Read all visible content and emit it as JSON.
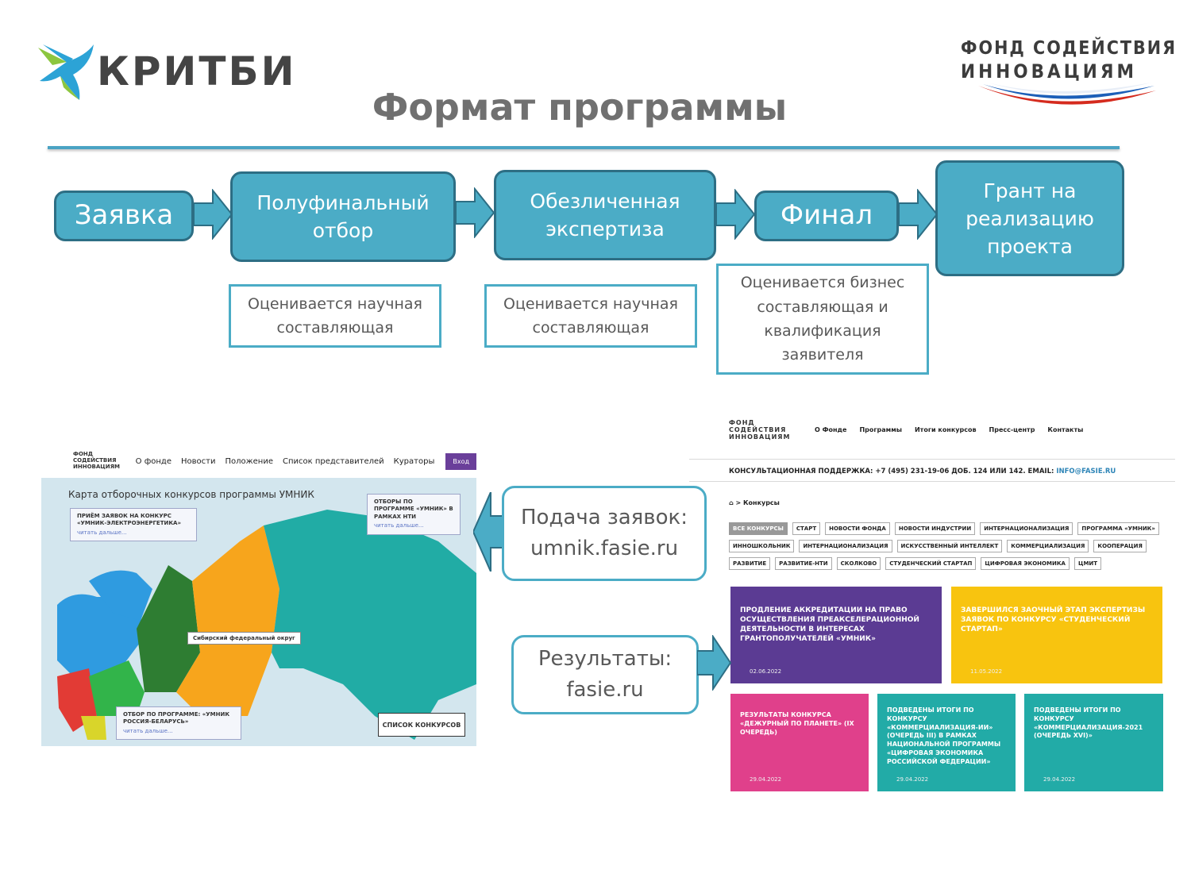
{
  "header": {
    "left_logo_text": "КРИТБИ",
    "right_logo_line1": "ФОНД СОДЕЙСТВИЯ",
    "right_logo_line2": "ИННОВАЦИЯМ",
    "title": "Формат программы"
  },
  "flow": {
    "steps": [
      "Заявка",
      "Полуфинальный отбор",
      "Обезличенная экспертиза",
      "Финал",
      "Грант на реализацию проекта"
    ],
    "notes": [
      "Оценивается научная составляющая",
      "Оценивается научная составляющая",
      "Оценивается бизнес составляющая и квалификация заявителя"
    ]
  },
  "callouts": {
    "apply_line1": "Подача заявок:",
    "apply_line2": "umnik.fasie.ru",
    "results_line1": "Результаты:",
    "results_line2": "fasie.ru"
  },
  "umnik_site": {
    "logo": "ФОНД СОДЕЙСТВИЯ ИННОВАЦИЯМ",
    "nav": [
      "О фонде",
      "Новости",
      "Положение",
      "Список представителей",
      "Кураторы"
    ],
    "login": "Вход",
    "map_title": "Карта отборочных конкурсов программы УМНИК",
    "card1_text": "ПРИЁМ ЗАЯВОК НА КОНКУРС «УМНИК-ЭЛЕКТРОЭНЕРГЕТИКА»",
    "card2_text": "ОТБОРЫ ПО ПРОГРАММЕ «УМНИК» В РАМКАХ НТИ",
    "card3_text": "ОТБОР ПО ПРОГРАММЕ: «УМНИК РОССИЯ-БЕЛАРУСЬ»",
    "read_more": "читать дальше...",
    "tooltip": "Сибирский федеральный округ",
    "list_button": "СПИСОК КОНКУРСОВ"
  },
  "fasie_site": {
    "logo": "ФОНД СОДЕЙСТВИЯ ИННОВАЦИЯМ",
    "nav": [
      "О Фонде",
      "Программы",
      "Итоги конкурсов",
      "Пресс-центр",
      "Контакты"
    ],
    "consult": "КОНСУЛЬТАЦИОННАЯ ПОДДЕРЖКА: +7 (495) 231-19-06 ДОБ. 124 ИЛИ 142. EMAIL: ",
    "email": "INFO@FASIE.RU",
    "breadcrumb": "⌂ > Конкурсы",
    "tag_rows": [
      [
        "ВСЕ КОНКУРСЫ",
        "СТАРТ",
        "НОВОСТИ ФОНДА",
        "НОВОСТИ ИНДУСТРИИ",
        "ИНТЕРНАЦИОНАЛИЗАЦИЯ",
        "ПРОГРАММА «УМНИК»"
      ],
      [
        "ИННОШКОЛЬНИК",
        "ИНТЕРНАЦИОНАЛИЗАЦИЯ",
        "ИСКУССТВЕННЫЙ ИНТЕЛЛЕКТ",
        "КОММЕРЦИАЛИЗАЦИЯ",
        "КООПЕРАЦИЯ"
      ],
      [
        "РАЗВИТИЕ",
        "РАЗВИТИЕ-НТИ",
        "СКОЛКОВО",
        "СТУДЕНЧЕСКИЙ СТАРТАП",
        "ЦИФРОВАЯ ЭКОНОМИКА",
        "ЦМИТ"
      ]
    ],
    "cards": [
      {
        "text": "ПРОДЛЕНИЕ АККРЕДИТАЦИИ НА ПРАВО ОСУЩЕСТВЛЕНИЯ ПРЕАКСЕЛЕРАЦИОННОЙ ДЕЯТЕЛЬНОСТИ В ИНТЕРЕСАХ ГРАНТОПОЛУЧАТЕЛЕЙ «УМНИК»",
        "date": "02.06.2022",
        "color": "#5b3b93"
      },
      {
        "text": "ЗАВЕРШИЛСЯ ЗАОЧНЫЙ ЭТАП ЭКСПЕРТИЗЫ ЗАЯВОК ПО КОНКУРСУ «СТУДЕНЧЕСКИЙ СТАРТАП»",
        "date": "11.05.2022",
        "color": "#f8c40f"
      },
      {
        "text": "РЕЗУЛЬТАТЫ КОНКУРСА «ДЕЖУРНЫЙ ПО ПЛАНЕТЕ» (IX ОЧЕРЕДЬ)",
        "date": "29.04.2022",
        "color": "#e0408b"
      },
      {
        "text": "ПОДВЕДЕНЫ ИТОГИ ПО КОНКУРСУ «КОММЕРЦИАЛИЗАЦИЯ-ИИ» (ОЧЕРЕДЬ III) В РАМКАХ НАЦИОНАЛЬНОЙ ПРОГРАММЫ «ЦИФРОВАЯ ЭКОНОМИКА РОССИЙСКОЙ ФЕДЕРАЦИИ»",
        "date": "29.04.2022",
        "color": "#22aba7"
      },
      {
        "text": "ПОДВЕДЕНЫ ИТОГИ ПО КОНКУРСУ «КОММЕРЦИАЛИЗАЦИЯ-2021 (ОЧЕРЕДЬ XVI)»",
        "date": "29.04.2022",
        "color": "#22aba7"
      }
    ]
  },
  "colors": {
    "step_fill": "#4bacc6",
    "step_border": "#2d6e84",
    "accent_rule": "#4aa3c3"
  }
}
